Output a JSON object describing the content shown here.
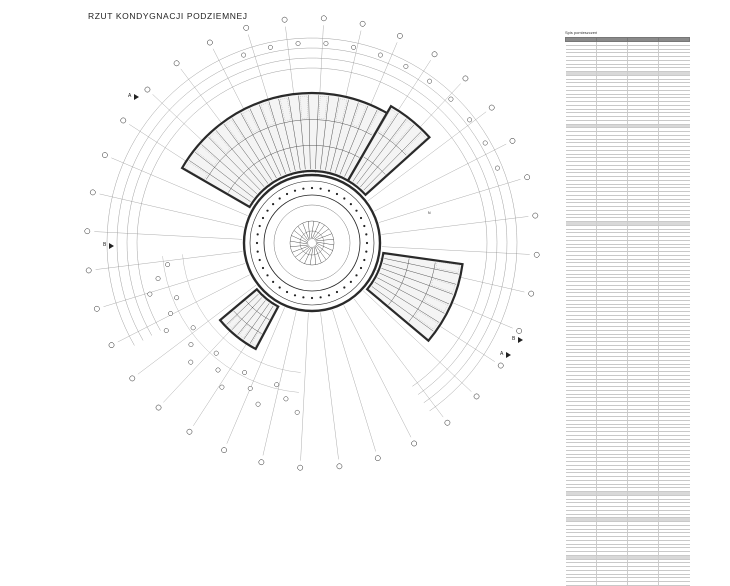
{
  "drawing": {
    "title": "RZUT KONDYGNACJI PODZIEMNEJ",
    "section_markers": [
      "A",
      "A",
      "B",
      "B"
    ],
    "north_label": "N"
  },
  "legend": {
    "title": "Spis pomieszczeń",
    "header_color": "#8a8a8a",
    "row_count": 145,
    "section_rows": [
      8,
      22,
      48,
      120,
      127,
      137
    ]
  },
  "colors": {
    "ink": "#222222",
    "fine_line": "#555555",
    "wall_fill": "#2a2a2a",
    "hatch": "#9a9a9a"
  }
}
